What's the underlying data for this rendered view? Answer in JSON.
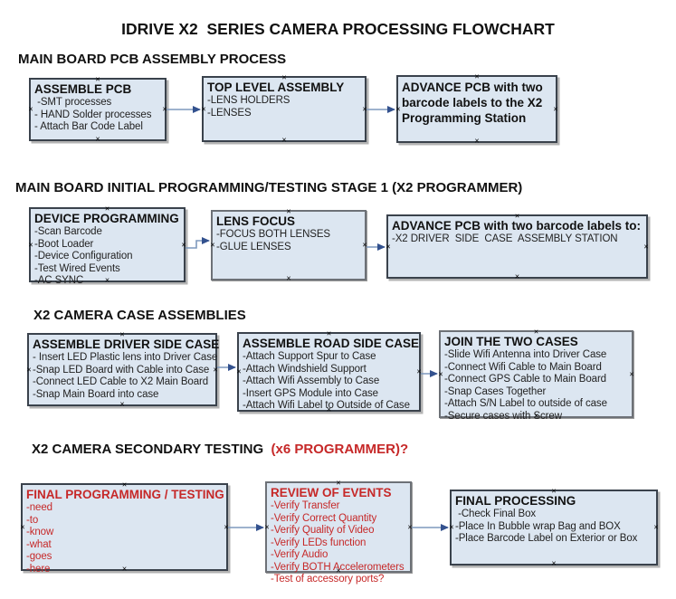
{
  "title": "IDRIVE X2  SERIES CAMERA PROCESSING FLOWCHART",
  "colors": {
    "box_fill": "#dce6f1",
    "red": "#c62828",
    "arrow_line": "#7e99bd",
    "arrow_head": "#33518e"
  },
  "sections": [
    {
      "heading": "MAIN BOARD PCB ASSEMBLY PROCESS",
      "boxes": [
        {
          "title": "ASSEMBLE PCB",
          "items": [
            " -SMT processes",
            "- HAND Solder processes",
            "- Attach Bar Code Label"
          ]
        },
        {
          "title": "TOP LEVEL ASSEMBLY",
          "items": [
            "-LENS HOLDERS",
            "-LENSES"
          ]
        },
        {
          "title": "ADVANCE PCB with two barcode labels to the X2 Programming Station",
          "items": []
        }
      ]
    },
    {
      "heading": "MAIN BOARD INITIAL PROGRAMMING/TESTING STAGE 1 (X2 PROGRAMMER)",
      "boxes": [
        {
          "title": "DEVICE PROGRAMMING",
          "items": [
            "-Scan Barcode",
            "-Boot Loader",
            "-Device Configuration",
            "-Test Wired Events",
            "-AC SYNC"
          ]
        },
        {
          "title": "LENS FOCUS",
          "items": [
            "-FOCUS BOTH LENSES",
            "-GLUE LENSES"
          ]
        },
        {
          "title": "ADVANCE PCB with two barcode labels to:",
          "items": [
            "-X2 DRIVER  SIDE  CASE  ASSEMBLY STATION"
          ]
        }
      ]
    },
    {
      "heading": "X2 CAMERA CASE ASSEMBLIES",
      "boxes": [
        {
          "title": "ASSEMBLE DRIVER SIDE CASE",
          "items": [
            "- Insert LED Plastic lens into Driver Case",
            "-Snap LED Board with Cable into Case",
            "-Connect LED Cable to X2 Main Board",
            "-Snap Main Board into case"
          ]
        },
        {
          "title": "ASSEMBLE ROAD SIDE CASE",
          "items": [
            "-Attach Support Spur to Case",
            "-Attach Windshield Support",
            "-Attach Wifi Assembly to Case",
            "-Insert GPS Module into Case",
            "-Attach Wifi Label to Outside of Case"
          ]
        },
        {
          "title": "JOIN THE TWO CASES",
          "items": [
            "-Slide Wifi Antenna into Driver Case",
            "-Connect Wifi Cable to Main Board",
            "-Connect GPS Cable to Main Board",
            "-Snap Cases Together",
            "-Attach S/N Label to outside of case",
            "-Secure cases with Screw"
          ]
        }
      ]
    },
    {
      "heading": "X2 CAMERA SECONDARY TESTING ",
      "heading_suffix": " (x6 PROGRAMMER)?",
      "boxes": [
        {
          "title": "FINAL PROGRAMMING / TESTING",
          "items": [
            "-need",
            "-to",
            "-know",
            "-what",
            "-goes",
            "-here"
          ]
        },
        {
          "title": "REVIEW OF EVENTS",
          "items": [
            "-Verify Transfer",
            "-Verify Correct Quantity",
            "-Verify Quality of Video",
            "-Verify LEDs function",
            "-Verify Audio",
            "-Verify BOTH Accelerometers",
            "-Test of accessory ports?"
          ]
        },
        {
          "title": "FINAL PROCESSING",
          "items": [
            " -Check Final Box",
            "-Place In Bubble wrap Bag and BOX",
            "-Place Barcode Label on Exterior or Box"
          ]
        }
      ]
    }
  ]
}
